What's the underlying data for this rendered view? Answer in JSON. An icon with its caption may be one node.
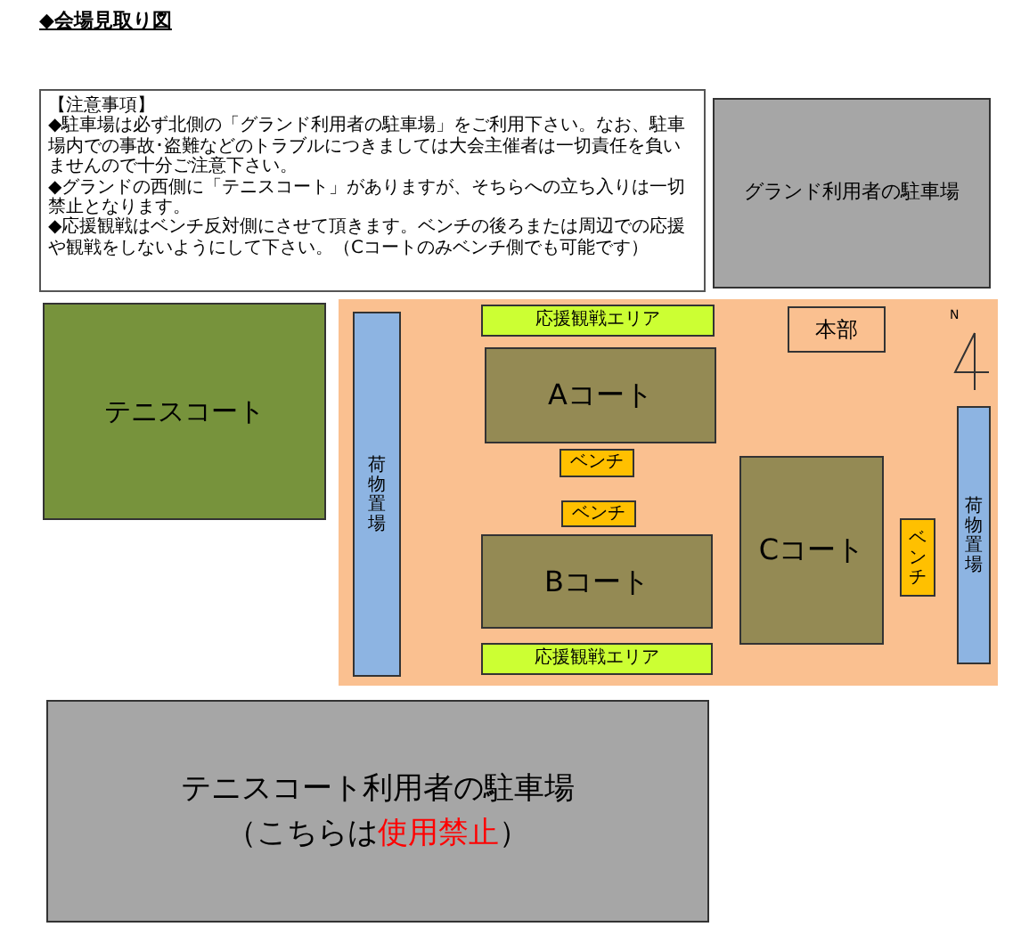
{
  "diagram": {
    "title": "◆会場見取り図",
    "nodes": [
      {
        "text": [
          "【注意事項】",
          "◆駐車場は必ず北側の「グランド利用者の駐車場」をご利用下さい。なお、駐車場内での事故･盗難などのトラブルにつきましては大会主催者は一切責任を負いませんので十分ご注意下さい。",
          "◆グランドの西側に「テニスコート」がありますが、そちらへの立ち入りは一切禁止となります。",
          "◆応援観戦はベンチ反対側にさせて頂きます。ベンチの後ろまたは周辺での応援や観戦をしないようにして下さい。（Cコートのみベンチ側でも可能です）"
        ]
      },
      {
        "text": [
          "グランド利用者の駐車場"
        ]
      },
      {
        "text": [
          "テニスコート"
        ]
      },
      {
        "text": [],
        "shape": "box"
      },
      {
        "text": [
          "荷物置場"
        ],
        "in": 3
      },
      {
        "text": [
          "応援観戦エリア"
        ],
        "in": 3
      },
      {
        "text": [
          "本部"
        ],
        "in": 3
      },
      {
        "text": [
          "Aコート"
        ],
        "in": 3
      },
      {
        "text": [
          "ベンチ"
        ],
        "in": 3
      },
      {
        "text": [
          "ベンチ"
        ],
        "in": 3
      },
      {
        "text": [
          "Bコート"
        ],
        "in": 3
      },
      {
        "text": [
          "Cコート"
        ],
        "in": 3
      },
      {
        "text": [
          "ベンチ"
        ],
        "in": 3
      },
      {
        "text": [
          "荷物置場"
        ],
        "in": 3
      },
      {
        "text": [
          "応援観戦エリア"
        ],
        "in": 3
      },
      {
        "text": [
          "テニスコート利用者の駐車場",
          "（こちらは**使用禁止**）"
        ]
      }
    ],
    "labels": [
      "N"
    ]
  }
}
